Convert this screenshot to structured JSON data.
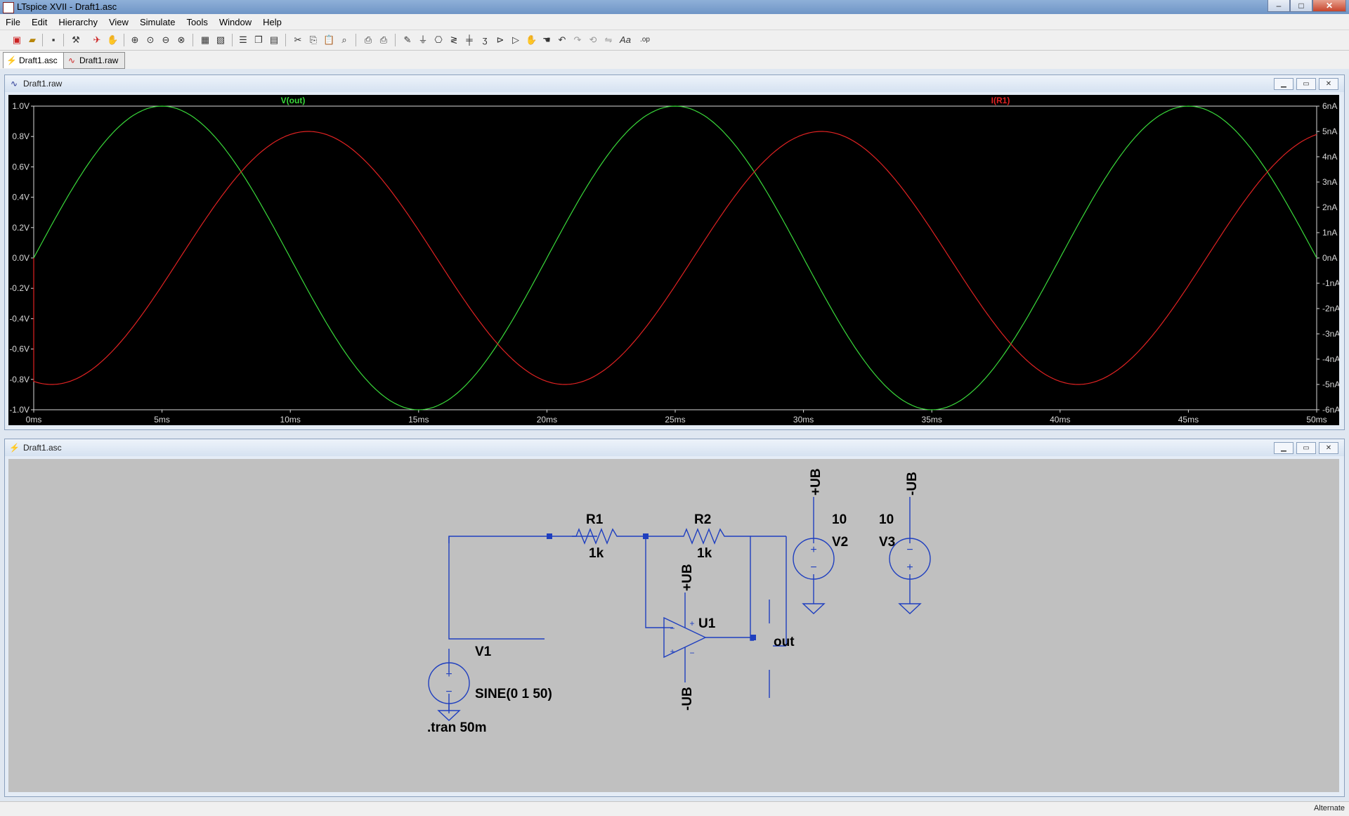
{
  "window": {
    "title": "LTspice XVII - Draft1.asc",
    "minimize": "–",
    "maximize": "□",
    "close": "✕"
  },
  "menu": [
    "File",
    "Edit",
    "Hierarchy",
    "View",
    "Simulate",
    "Tools",
    "Window",
    "Help"
  ],
  "tabs": [
    {
      "label": "Draft1.asc",
      "icon": "schematic-icon"
    },
    {
      "label": "Draft1.raw",
      "icon": "waveform-icon"
    }
  ],
  "plot_window": {
    "title": "Draft1.raw",
    "icon": "waveform-icon"
  },
  "schematic_window": {
    "title": "Draft1.asc",
    "icon": "schematic-icon"
  },
  "colors": {
    "vout": "#39d93a",
    "ir1": "#e02222",
    "wire": "#1f3fbf",
    "axis": "#d8d8d8"
  },
  "chart_data": {
    "type": "line",
    "title": "",
    "x": {
      "label": "",
      "range": [
        0,
        50
      ],
      "unit": "ms",
      "ticks": [
        "0ms",
        "5ms",
        "10ms",
        "15ms",
        "20ms",
        "25ms",
        "30ms",
        "35ms",
        "40ms",
        "45ms",
        "50ms"
      ]
    },
    "y_left": {
      "range": [
        -1.0,
        1.0
      ],
      "ticks": [
        "1.0V",
        "0.8V",
        "0.6V",
        "0.4V",
        "0.2V",
        "0.0V",
        "-0.2V",
        "-0.4V",
        "-0.6V",
        "-0.8V",
        "-1.0V"
      ]
    },
    "y_right": {
      "range": [
        -6,
        6
      ],
      "ticks": [
        "6nA",
        "5nA",
        "4nA",
        "3nA",
        "2nA",
        "1nA",
        "0nA",
        "-1nA",
        "-2nA",
        "-3nA",
        "-4nA",
        "-5nA",
        "-6nA"
      ]
    },
    "series": [
      {
        "name": "V(out)",
        "axis": "left",
        "kind": "sine",
        "amplitude": 1.0,
        "frequency_hz": 50,
        "phase_ms": 0,
        "offset": 0
      },
      {
        "name": "I(R1)",
        "axis": "right",
        "kind": "sine",
        "amplitude": 5.0,
        "frequency_hz": 50,
        "phase_ms": 5.7,
        "start_value": 0.0
      }
    ]
  },
  "schematic": {
    "labels": {
      "r1": "R1",
      "r1_val": "1k",
      "r2": "R2",
      "r2_val": "1k",
      "u1": "U1",
      "out": "out",
      "v1": "V1",
      "v1_val": "SINE(0 1 50)",
      "v2": "V2",
      "v2_val": "10",
      "v3": "V3",
      "v3_val": "10",
      "ub_pos": "+UB",
      "ub_neg": "-UB",
      "tran": ".tran 50m",
      "plus": "+",
      "minus": "−"
    }
  },
  "status": {
    "right": "Alternate"
  }
}
